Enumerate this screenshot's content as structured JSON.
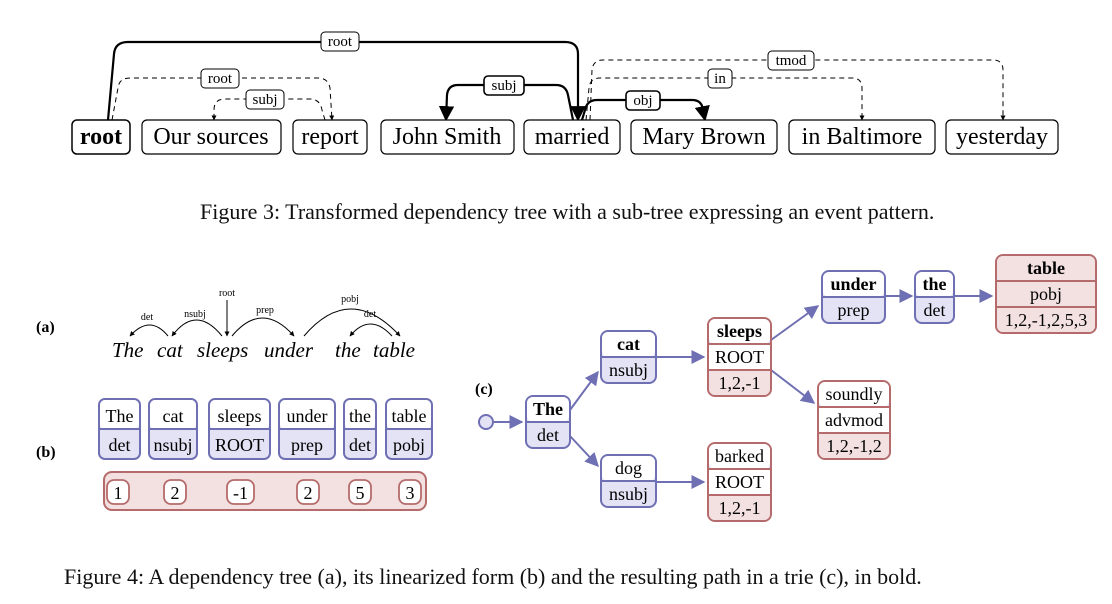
{
  "fig3": {
    "tokens": [
      "root",
      "Our sources",
      "report",
      "John Smith",
      "married",
      "Mary Brown",
      "in Baltimore",
      "yesterday"
    ],
    "arcs": [
      "root",
      "root",
      "subj",
      "subj",
      "obj",
      "in",
      "tmod"
    ],
    "caption": "Figure 3: Transformed dependency tree with a sub-tree expressing an event pattern."
  },
  "fig4": {
    "a_label": "(a)",
    "b_label": "(b)",
    "c_label": "(c)",
    "sentence": [
      "The",
      "cat",
      "sleeps",
      "under",
      "the",
      "table"
    ],
    "a_arcs": [
      "det",
      "nsubj",
      "root",
      "prep",
      "pobj",
      "det"
    ],
    "lin_words": [
      "The",
      "cat",
      "sleeps",
      "under",
      "the",
      "table"
    ],
    "lin_rels": [
      "det",
      "nsubj",
      "ROOT",
      "prep",
      "det",
      "pobj"
    ],
    "indices": [
      "1",
      "2",
      "-1",
      "2",
      "5",
      "3"
    ],
    "trie": {
      "the": {
        "word": "The",
        "rel": "det"
      },
      "cat": {
        "word": "cat",
        "rel": "nsubj"
      },
      "dog": {
        "word": "dog",
        "rel": "nsubj"
      },
      "sleeps": {
        "word": "sleeps",
        "rel": "ROOT",
        "idx": "1,2,-1"
      },
      "barked": {
        "word": "barked",
        "rel": "ROOT",
        "idx": "1,2,-1"
      },
      "under": {
        "word": "under",
        "rel": "prep"
      },
      "the2": {
        "word": "the",
        "rel": "det"
      },
      "table": {
        "word": "table",
        "rel": "pobj",
        "idx": "1,2,-1,2,5,3"
      },
      "soundly": {
        "word": "soundly",
        "rel": "advmod",
        "idx": "1,2,-1,2"
      }
    },
    "caption": "Figure 4: A dependency tree (a), its linearized form (b) and the resulting path in a trie (c), in bold."
  },
  "colors": {
    "blue_stroke": "#6f6fb4",
    "blue_fill": "#e3e3f5",
    "red_stroke": "#b56b6b",
    "red_fill": "#f3e0e0"
  }
}
